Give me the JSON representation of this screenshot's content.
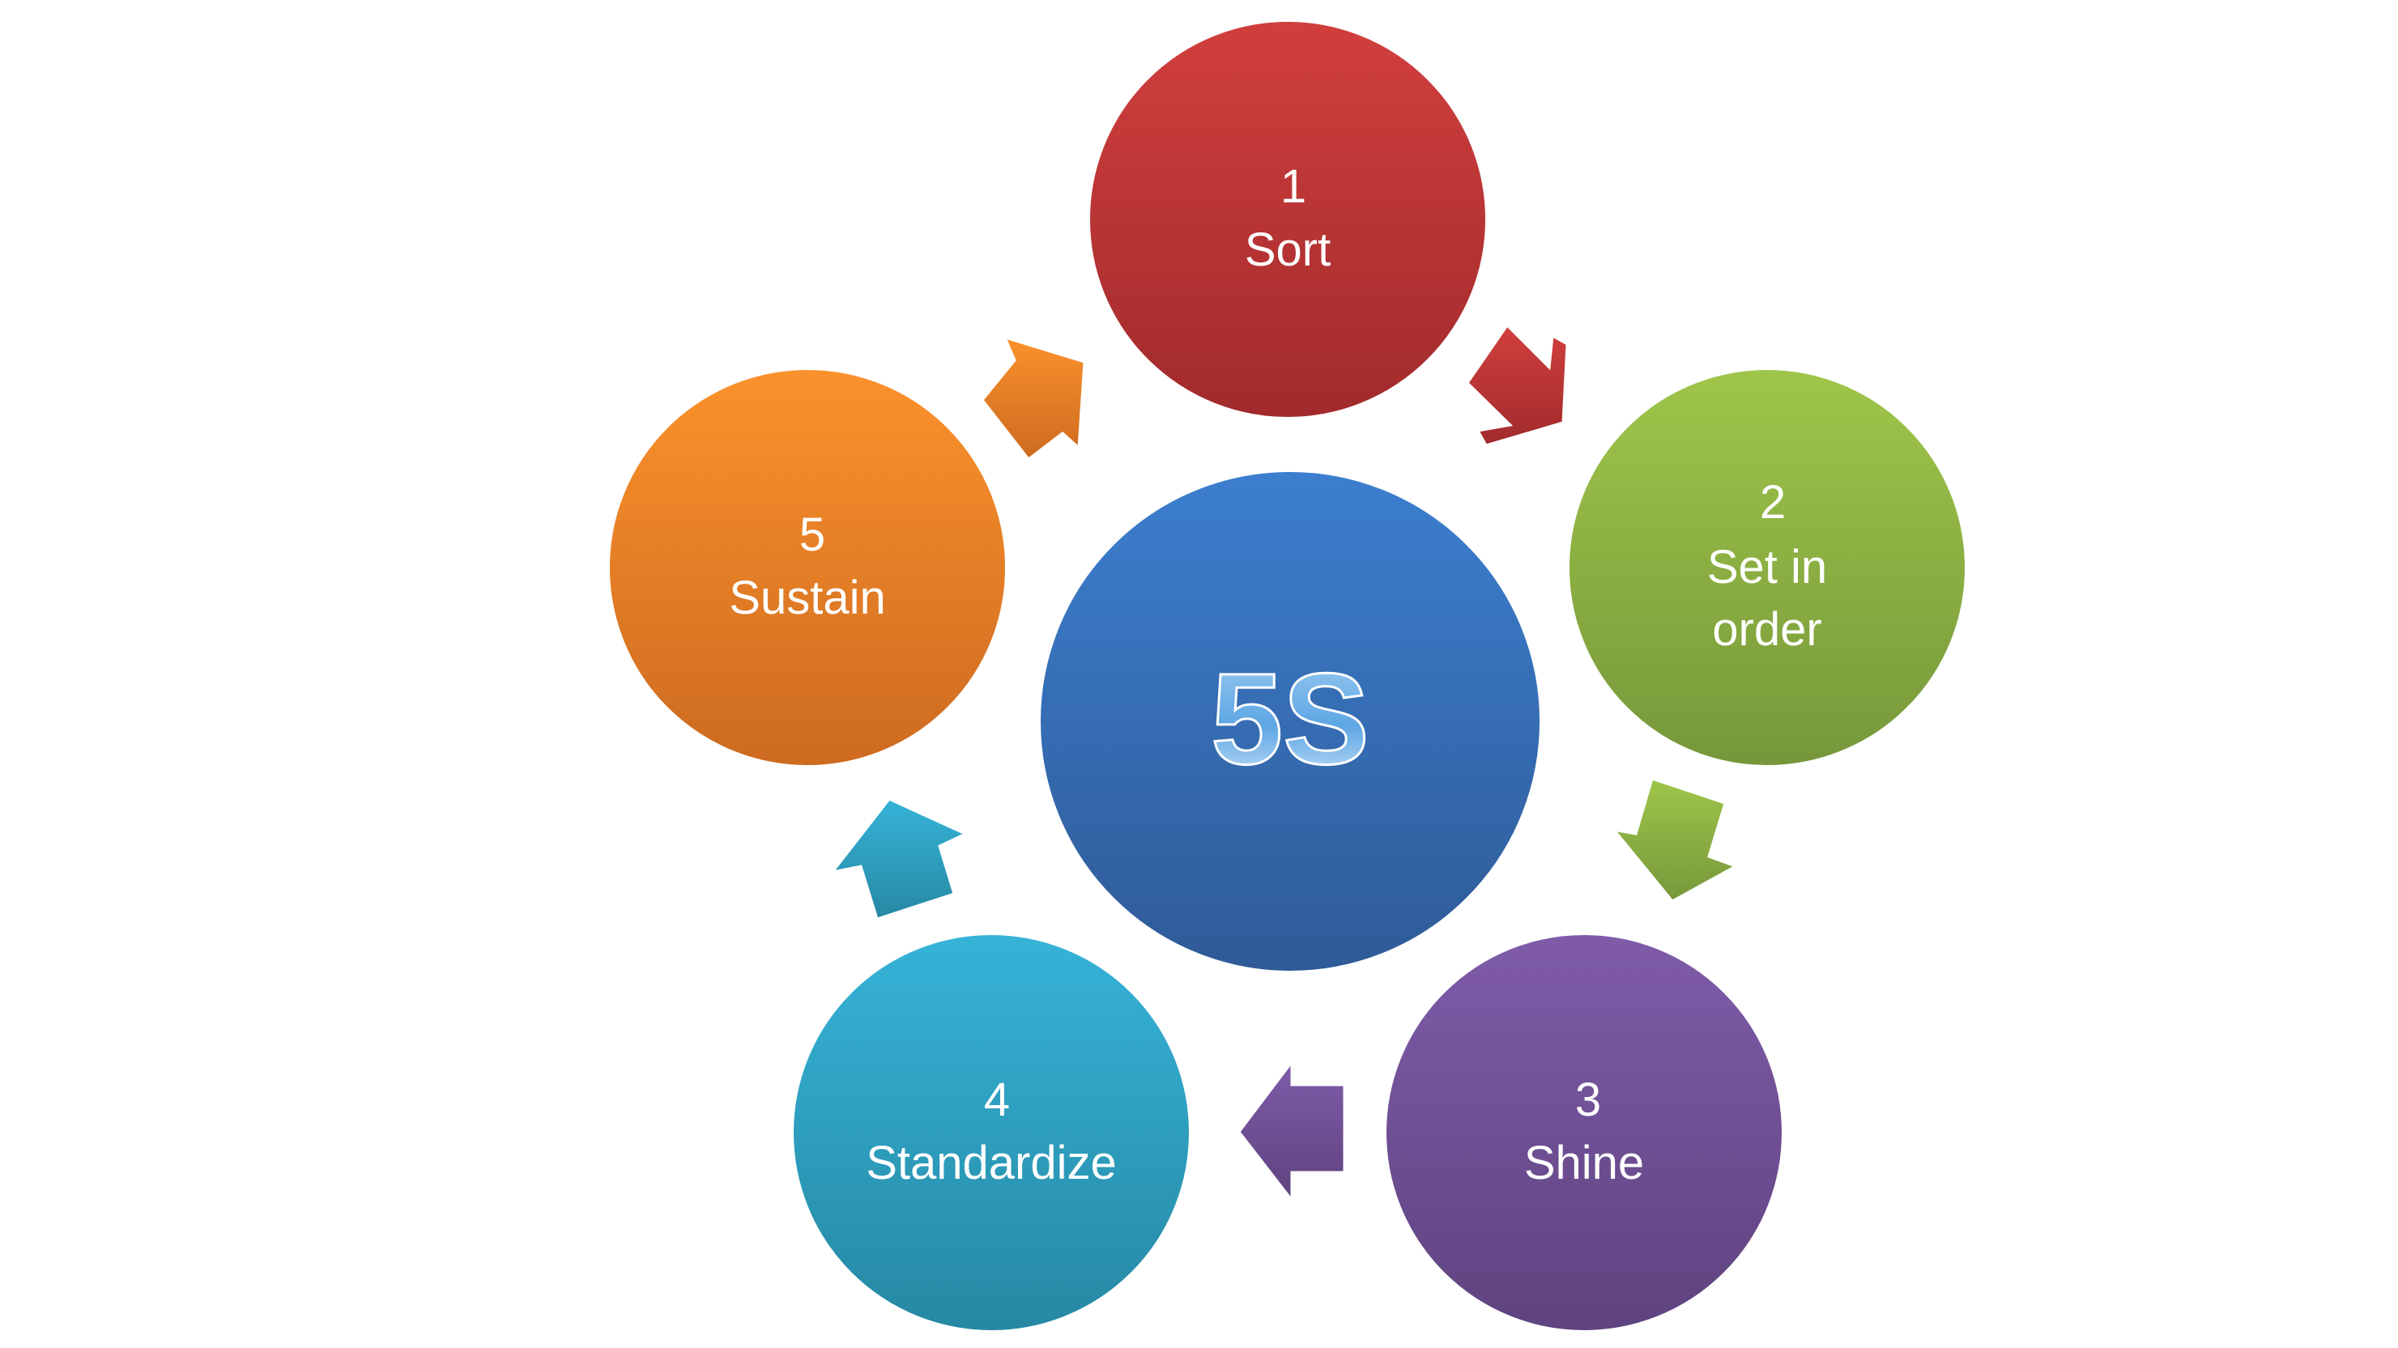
{
  "center": {
    "label": "5S",
    "color": "#3a78c6"
  },
  "steps": [
    {
      "number": "1",
      "line1": "Sort",
      "line2": "",
      "color": "#c5383a"
    },
    {
      "number": "2",
      "line1": "Set in",
      "line2": "order",
      "color": "#8fb440"
    },
    {
      "number": "3",
      "line1": "Shine",
      "line2": "",
      "color": "#7052a0"
    },
    {
      "number": "4",
      "line1": "Standardize",
      "line2": "",
      "color": "#2fa2c4"
    },
    {
      "number": "5",
      "line1": "Sustain",
      "line2": "",
      "color": "#f28a2a"
    }
  ]
}
